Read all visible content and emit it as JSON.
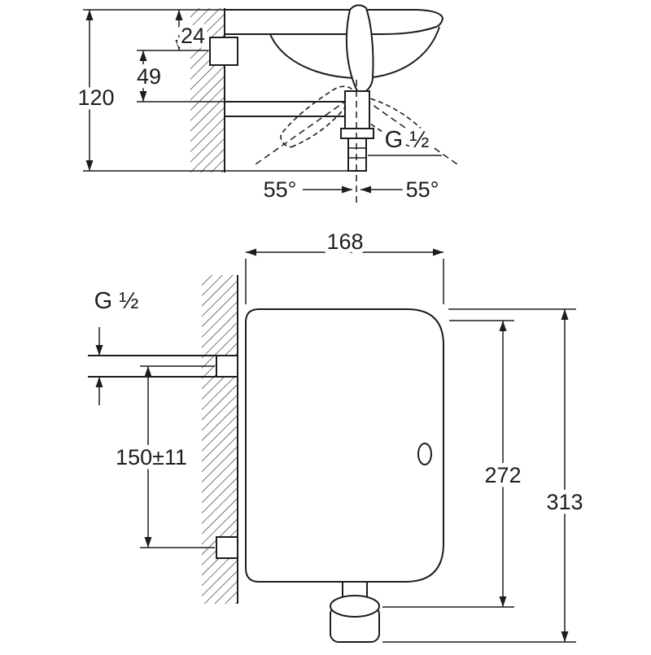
{
  "drawing": {
    "type": "technical-dimension-drawing",
    "colors": {
      "line": "#1d1d1b",
      "background": "#ffffff"
    },
    "labels": {
      "top": {
        "d24": "24",
        "d49": "49",
        "d120": "120",
        "angle_left": "55°",
        "angle_right": "55°",
        "thread": "G ½"
      },
      "bottom": {
        "width": "168",
        "thread": "G ½",
        "inlet_spacing": "150±11",
        "height_body": "272",
        "height_total": "313"
      }
    }
  }
}
